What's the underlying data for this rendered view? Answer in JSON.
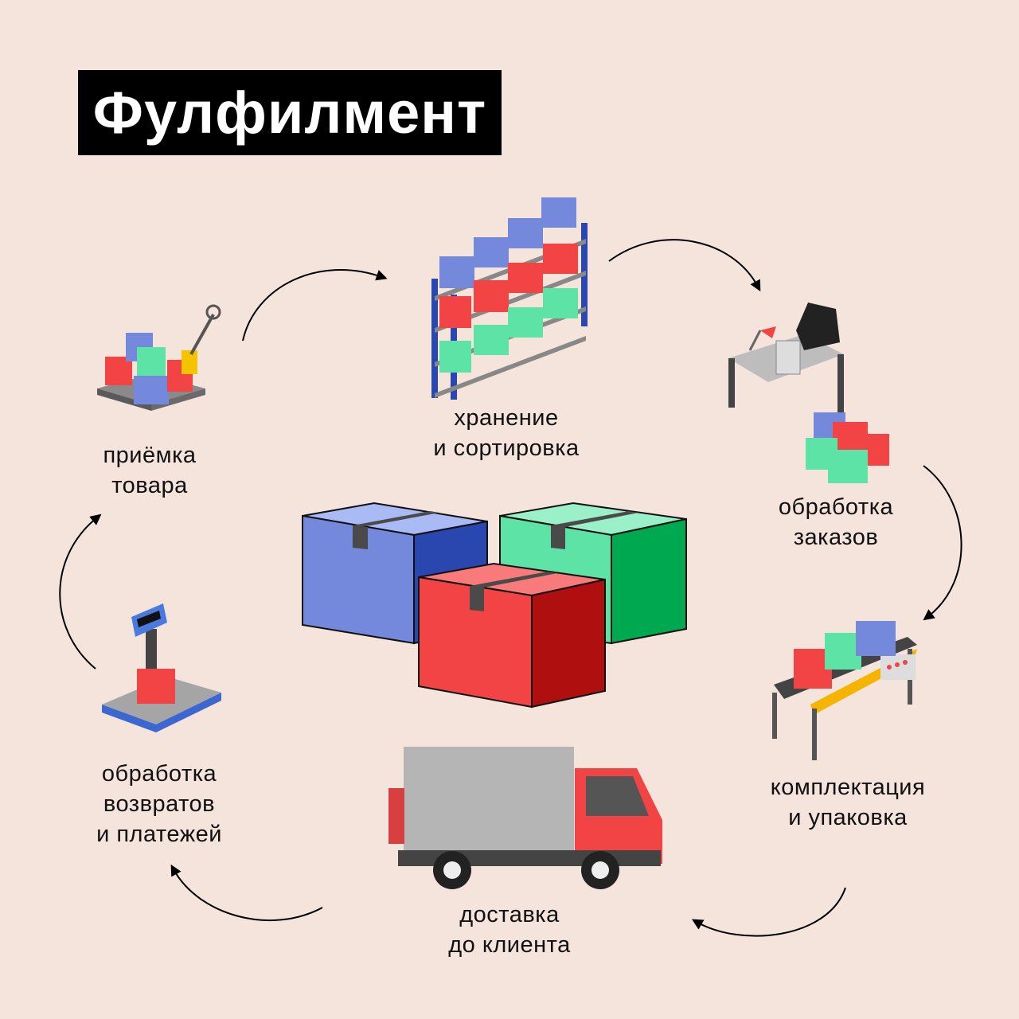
{
  "title": "Фулфилмент",
  "steps": [
    {
      "id": "receiving",
      "lines": [
        "приёмка",
        "товара"
      ]
    },
    {
      "id": "storage",
      "lines": [
        "хранение",
        "и сортировка"
      ]
    },
    {
      "id": "order-processing",
      "lines": [
        "обработка",
        "заказов"
      ]
    },
    {
      "id": "packing",
      "lines": [
        "комплектация",
        "и упаковка"
      ]
    },
    {
      "id": "delivery",
      "lines": [
        "доставка",
        "до клиента"
      ]
    },
    {
      "id": "returns",
      "lines": [
        "обработка",
        "возвратов",
        "и платежей"
      ]
    }
  ],
  "colors": {
    "background": "#f5e4dc",
    "blue": "#7489db",
    "green": "#5ee3a6",
    "red": "#f24444",
    "dark": "#4a4a4a"
  }
}
